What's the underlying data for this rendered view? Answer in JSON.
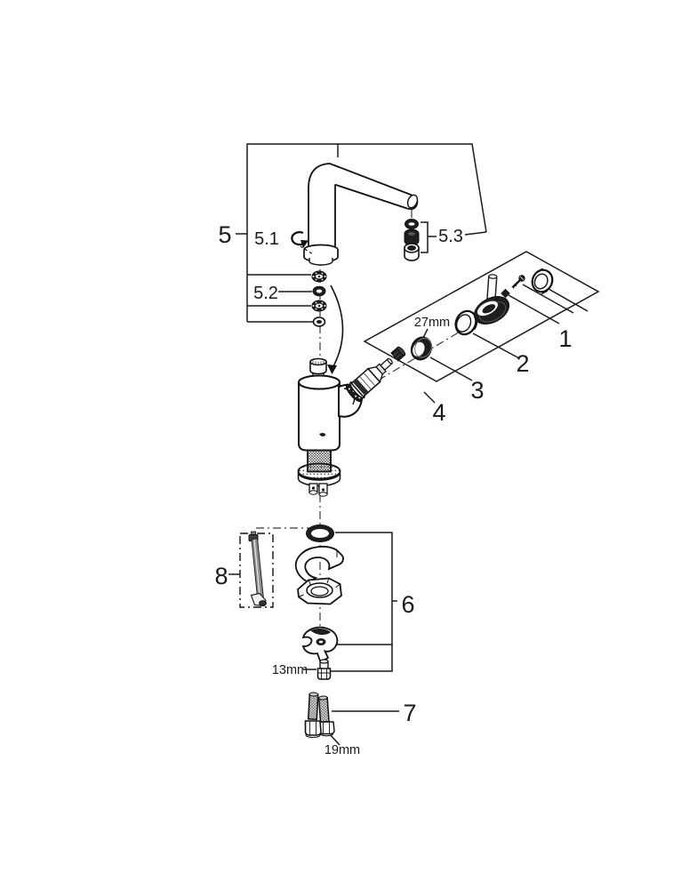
{
  "diagram": {
    "kind": "exploded-parts-diagram",
    "colors": {
      "background": "#ffffff",
      "line": "#1a1a1a",
      "dark_fill": "#1d1d1d",
      "gray": "#8f8f8f"
    },
    "labels": {
      "n1": "1",
      "n2": "2",
      "n3": "3",
      "n4": "4",
      "n5": "5",
      "n5_1": "5.1",
      "n5_2": "5.2",
      "n5_3": "5.3",
      "n6": "6",
      "n7": "7",
      "n8": "8"
    },
    "dims": {
      "d27": "27mm",
      "d13": "13mm",
      "d19": "19mm"
    }
  }
}
